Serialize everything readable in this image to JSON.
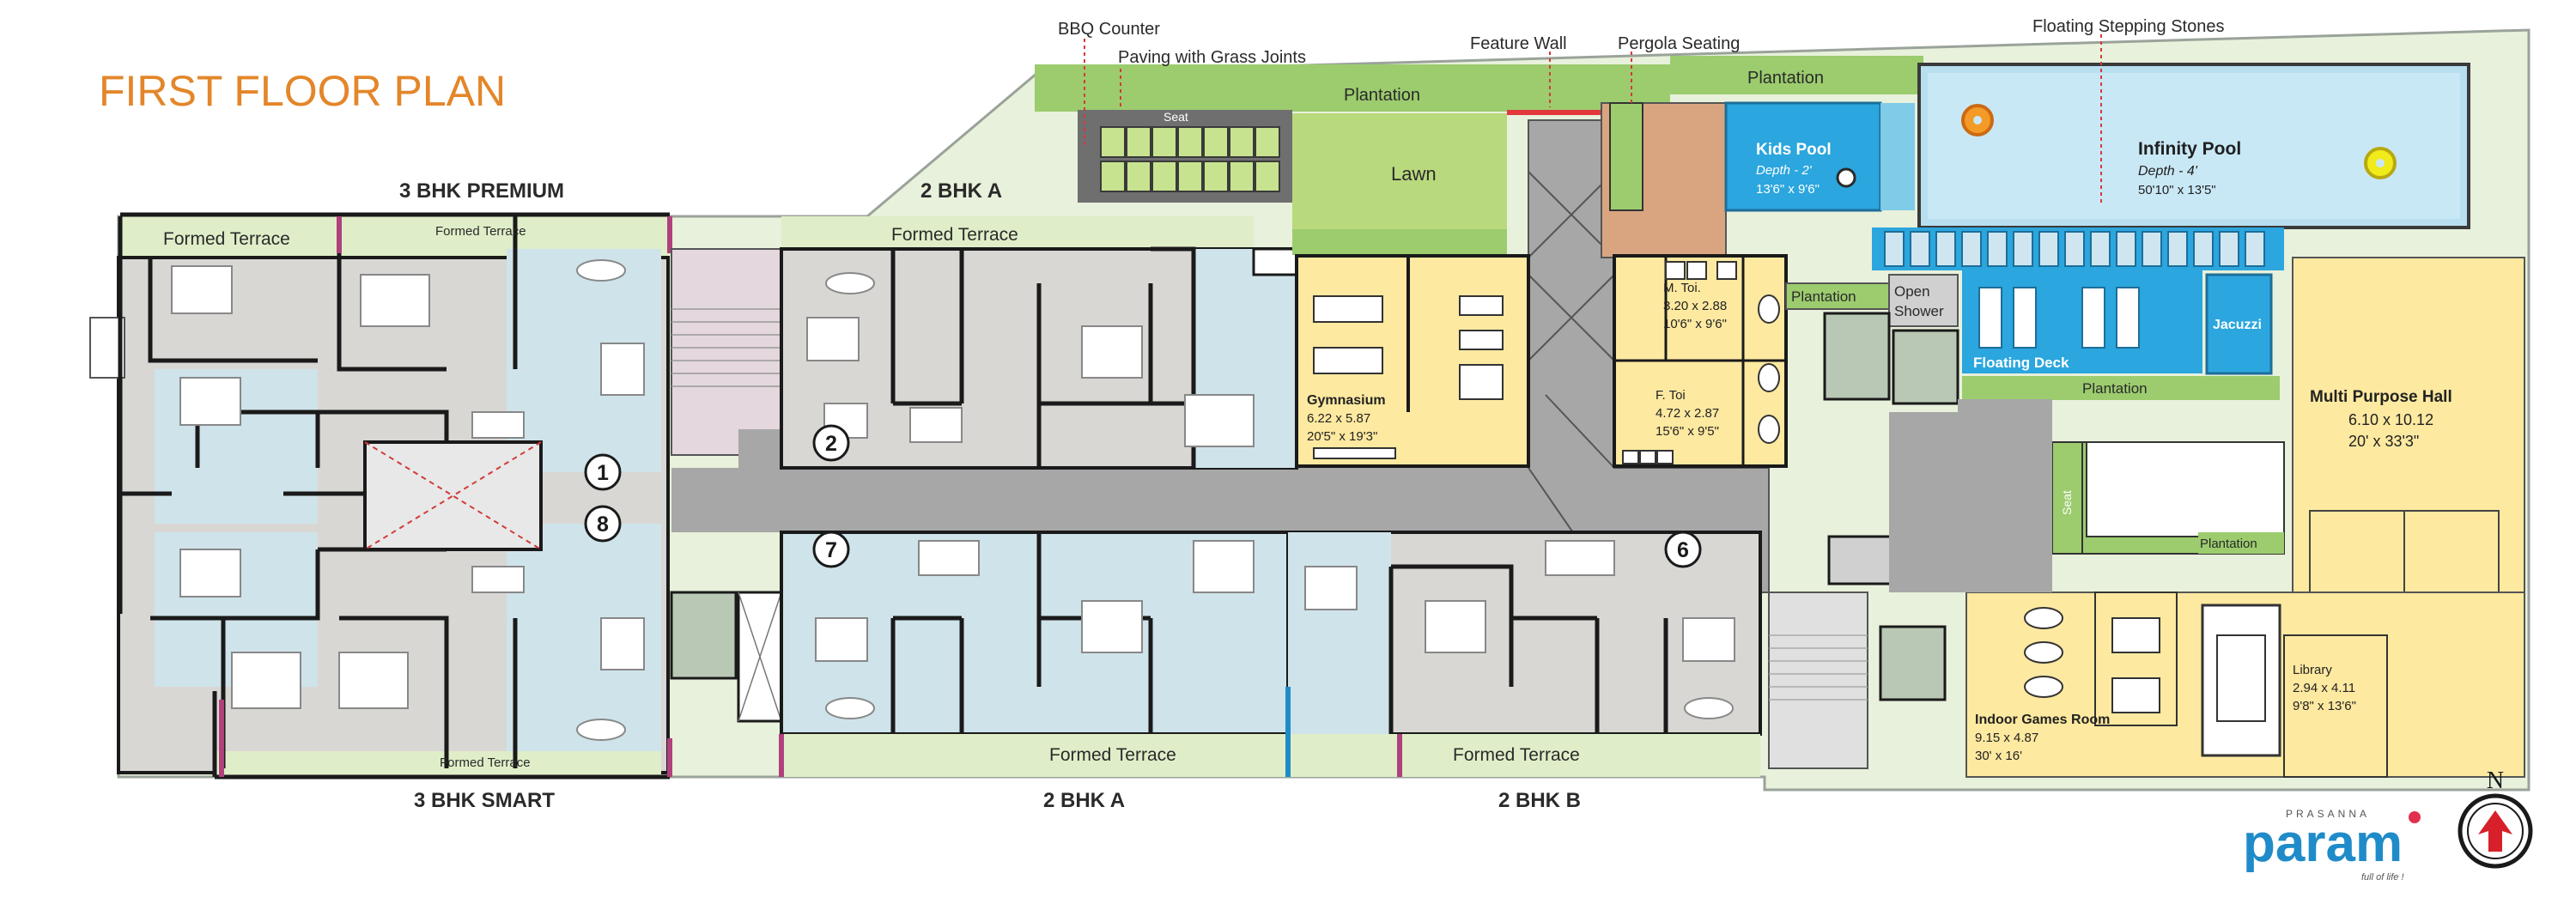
{
  "title": "FIRST FLOOR PLAN",
  "units": {
    "premium": "3 BHK PREMIUM",
    "smart": "3 BHK SMART",
    "a_top": "2 BHK A",
    "a_bottom": "2 BHK A",
    "b_bottom": "2 BHK B"
  },
  "unit_numbers": [
    "1",
    "2",
    "6",
    "7",
    "8"
  ],
  "callouts": {
    "bbq": "BBQ Counter",
    "paving": "Paving with Grass Joints",
    "feature_wall": "Feature Wall",
    "pergola": "Pergola Seating",
    "stones": "Floating Stepping Stones"
  },
  "terraces": {
    "premium_left": "Formed Terrace",
    "premium_small": "Formed Terrace",
    "a_top": "Formed Terrace",
    "smart": "Formed Terrace",
    "a_bottom": "Formed Terrace",
    "b_bottom": "Formed Terrace"
  },
  "amenities": {
    "plantation_1": "Plantation",
    "plantation_2": "Plantation",
    "plantation_3": "Plantation",
    "plantation_4": "Plantation",
    "plantation_5": "Plantation",
    "seat_1": "Seat",
    "seat_2": "Seat",
    "lawn": "Lawn",
    "kids_pool": {
      "name": "Kids Pool",
      "depth": "Depth - 2'",
      "size": "13'6\" x 9'6\""
    },
    "infinity_pool": {
      "name": "Infinity Pool",
      "depth": "Depth - 4'",
      "size": "50'10\" x 13'5\""
    },
    "floating_deck": "Floating Deck",
    "jacuzzi": "Jacuzzi",
    "open_shower_1": "Open",
    "open_shower_2": "Shower",
    "gymnasium": {
      "name": "Gymnasium",
      "metric": "6.22 x 5.87",
      "imperial": "20'5\" x 19'3\""
    },
    "m_toilet": {
      "name": "M. Toi.",
      "metric": "3.20 x 2.88",
      "imperial": "10'6\" x 9'6\""
    },
    "f_toilet": {
      "name": "F. Toi",
      "metric": "4.72 x 2.87",
      "imperial": "15'6\" x 9'5\""
    },
    "multi_purpose": {
      "name": "Multi Purpose Hall",
      "metric": "6.10 x 10.12",
      "imperial": "20' x 33'3\""
    },
    "indoor_games": {
      "name": "Indoor Games Room",
      "metric": "9.15 x 4.87",
      "imperial": "30' x 16'"
    },
    "library": {
      "name": "Library",
      "metric": "2.94 x 4.11",
      "imperial": "9'8\" x 13'6\""
    }
  },
  "brand": {
    "small": "PRASANNA",
    "name": "param",
    "tagline": "full of life !"
  },
  "north": "N",
  "colors": {
    "title": "#e3862a",
    "terrace_green": "#dfeec8",
    "plantation_green": "#9ccc6e",
    "apartment_grey": "#d9d7d4",
    "living_blue": "#cfe3ea",
    "corridor_grey": "#a7a7a7",
    "pool_blue": "#2ba6de",
    "amenity_yellow": "#fde9a0",
    "deck_brown": "#d9a581",
    "brand_blue": "#1f8bc9",
    "brand_red": "#e1304d"
  }
}
